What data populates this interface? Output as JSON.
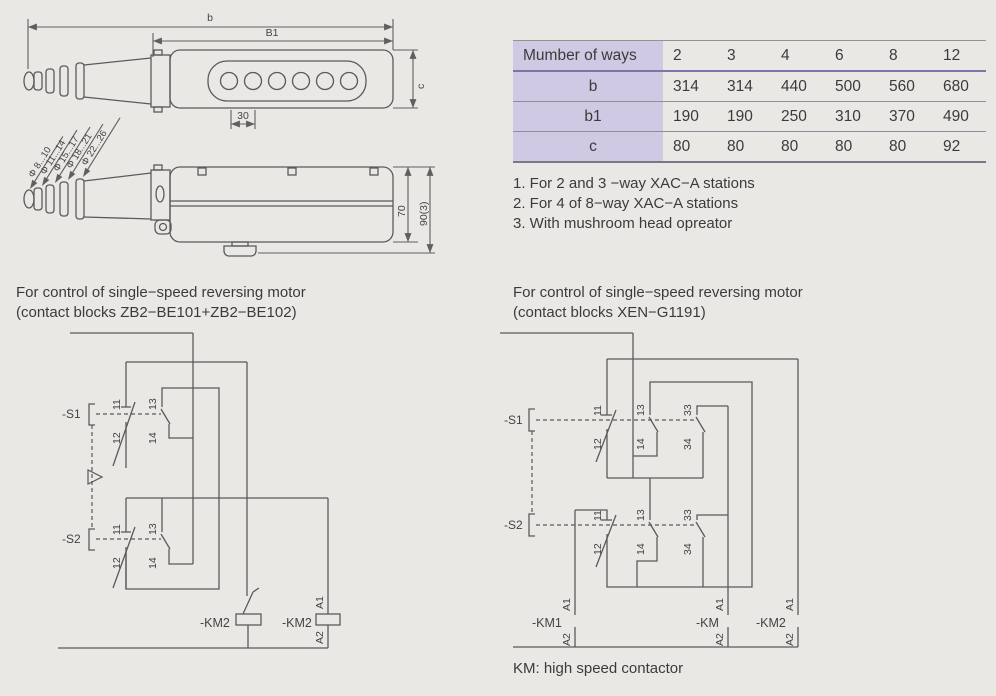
{
  "drawing": {
    "dim_b": "b",
    "dim_b1": "B1",
    "dim_c": "c",
    "dim_30": "30",
    "dim_70": "70",
    "dim_90": "90(3)",
    "phi_labels": [
      "Φ 8...10",
      "Φ 11...14",
      "Φ 15...17",
      "Φ 18...21",
      "Φ 22...26"
    ]
  },
  "table": {
    "header": "Mumber of ways",
    "columns": [
      "2",
      "3",
      "4",
      "6",
      "8",
      "12"
    ],
    "rows": [
      {
        "label": "b",
        "values": [
          "314",
          "314",
          "440",
          "500",
          "560",
          "680"
        ]
      },
      {
        "label": "b1",
        "values": [
          "190",
          "190",
          "250",
          "310",
          "370",
          "490"
        ]
      },
      {
        "label": "c",
        "values": [
          "80",
          "80",
          "80",
          "80",
          "80",
          "92"
        ]
      }
    ]
  },
  "notes": [
    "1. For 2 and 3 −way XAC−A stations",
    "2. For 4 of 8−way XAC−A stations",
    "3. With mushroom head opreator"
  ],
  "diagram_left": {
    "title_line1": "For control of single−speed reversing motor",
    "title_line2": "(contact blocks ZB2−BE101+ZB2−BE102)",
    "s1": "-S1",
    "s2": "-S2",
    "t11": "11",
    "t12": "12",
    "t13": "13",
    "t14": "14",
    "km2_contact": "-KM2",
    "km2_coil": "-KM2",
    "a1": "A1",
    "a2": "A2"
  },
  "diagram_right": {
    "title_line1": "For control of single−speed reversing motor",
    "title_line2": "(contact blocks XEN−G1191)",
    "s1": "-S1",
    "s2": "-S2",
    "t11": "11",
    "t12": "12",
    "t13": "13",
    "t14": "14",
    "t33": "33",
    "t34": "34",
    "km1": "-KM1",
    "km": "-KM",
    "km2": "-KM2",
    "a1": "A1",
    "a2": "A2",
    "caption": "KM: high speed contactor"
  }
}
